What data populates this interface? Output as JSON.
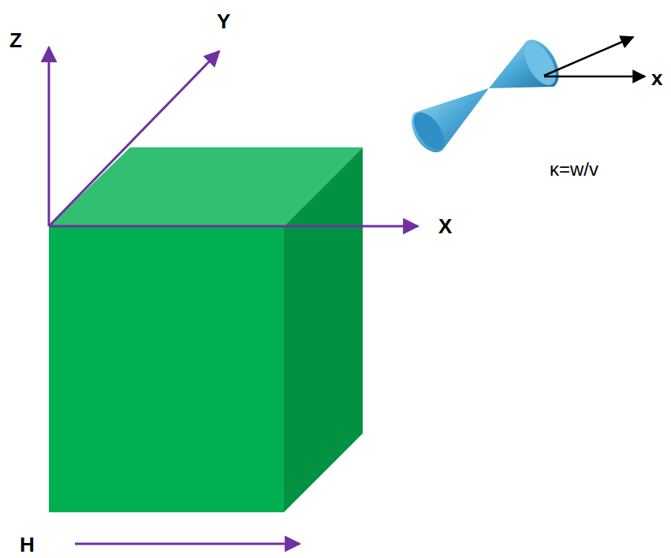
{
  "diagram": {
    "labels": [
      "Z",
      "Y",
      "X",
      "x",
      "κ=w/v",
      "H"
    ]
  }
}
